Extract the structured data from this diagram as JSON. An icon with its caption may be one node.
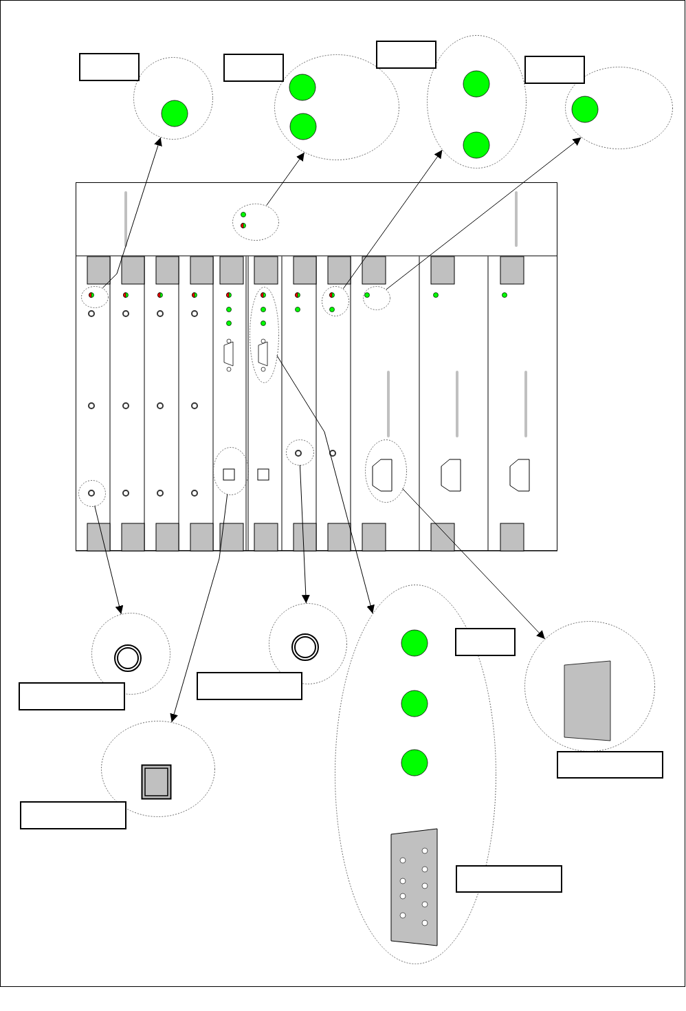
{
  "diagram": {
    "nodes": [
      {
        "text": [],
        "shape": "circle"
      },
      {
        "text": [],
        "shape": "circle"
      },
      {
        "text": [],
        "shape": "circle"
      },
      {
        "text": [],
        "shape": "circle"
      },
      {
        "text": [],
        "shape": "box"
      },
      {
        "text": [],
        "shape": "circle",
        "in": 4
      },
      {
        "text": [],
        "shape": "circle",
        "in": 4
      },
      {
        "text": [],
        "shape": "circle",
        "in": 4
      },
      {
        "text": [],
        "shape": "circle",
        "in": 4
      },
      {
        "text": [],
        "shape": "circle",
        "in": 4
      },
      {
        "text": [],
        "shape": "circle",
        "in": 4
      },
      {
        "text": [],
        "shape": "circle",
        "in": 4
      },
      {
        "text": [],
        "shape": "circle",
        "in": 4
      },
      {
        "text": [],
        "shape": "circle",
        "in": 4
      },
      {
        "text": [],
        "shape": "circle"
      },
      {
        "text": [],
        "shape": "circle"
      },
      {
        "text": [],
        "shape": "circle"
      },
      {
        "text": [],
        "shape": "circle"
      },
      {
        "text": [],
        "shape": "circle"
      },
      {
        "text": [],
        "shape": "box"
      },
      {
        "text": [],
        "shape": "box"
      },
      {
        "text": [],
        "shape": "box"
      },
      {
        "text": [],
        "shape": "box"
      },
      {
        "text": [],
        "shape": "box"
      },
      {
        "text": [],
        "shape": "box"
      },
      {
        "text": [],
        "shape": "box"
      },
      {
        "text": [],
        "shape": "box"
      },
      {
        "text": [],
        "shape": "box"
      },
      {
        "text": [],
        "shape": "box"
      }
    ],
    "edges": [
      {
        "from": 6,
        "to": 0,
        "arrow": "to"
      },
      {
        "from": 5,
        "to": 1,
        "arrow": "to"
      },
      {
        "from": 8,
        "to": 2,
        "arrow": "to"
      },
      {
        "from": 9,
        "to": 3,
        "arrow": "to"
      },
      {
        "from": 10,
        "to": 14,
        "arrow": "to"
      },
      {
        "from": 11,
        "to": 18,
        "arrow": "to"
      },
      {
        "from": 12,
        "to": 15,
        "arrow": "to"
      },
      {
        "from": 7,
        "to": 16,
        "arrow": "to"
      },
      {
        "from": 13,
        "to": 17,
        "arrow": "to"
      }
    ]
  }
}
